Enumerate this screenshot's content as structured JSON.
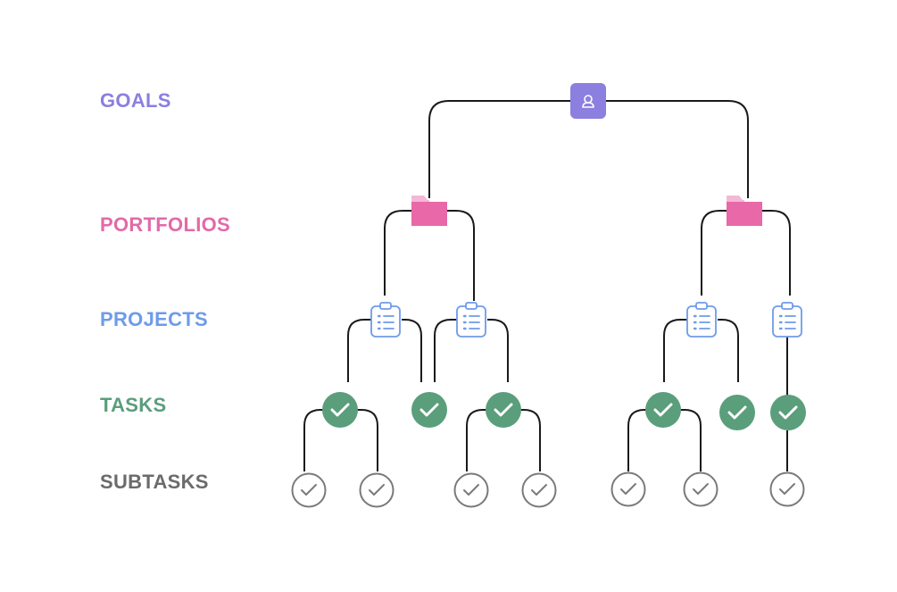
{
  "levels": {
    "goals": {
      "label": "GOALS",
      "color": "#8b7fe0"
    },
    "portfolios": {
      "label": "PORTFOLIOS",
      "color": "#e26aa8"
    },
    "projects": {
      "label": "PROJECTS",
      "color": "#6e9bea"
    },
    "tasks": {
      "label": "TASKS",
      "color": "#5a9e7c"
    },
    "subtasks": {
      "label": "SUBTASKS",
      "color": "#6b6b6b"
    }
  },
  "icons": {
    "goal": "goal-icon",
    "portfolio": "folder-icon",
    "project": "clipboard-list-icon",
    "task": "check-circle-filled-icon",
    "subtask": "check-circle-outline-icon"
  },
  "colors": {
    "connector": "#1a1a1a",
    "goal_fill": "#8b7fe0",
    "portfolio_fill": "#e868a8",
    "portfolio_tab": "#f4b8d6",
    "project_stroke": "#6e9bea",
    "task_fill": "#5a9e7c",
    "subtask_stroke": "#7a7a7a"
  }
}
